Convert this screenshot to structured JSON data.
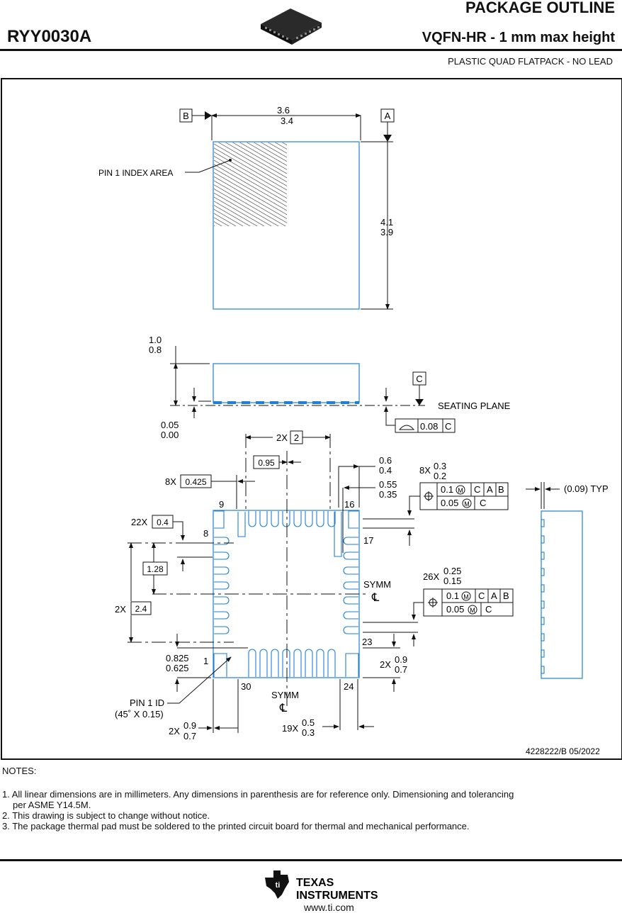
{
  "header": {
    "title": "PACKAGE OUTLINE",
    "code": "RYY0030A",
    "package": "VQFN-HR - 1 mm max height",
    "description": "PLASTIC QUAD FLATPACK - NO LEAD"
  },
  "top_view": {
    "datum_b": "B",
    "datum_a": "A",
    "width_max": "3.6",
    "width_min": "3.4",
    "height_max": "4.1",
    "height_min": "3.9",
    "pin1_index": "PIN 1 INDEX AREA"
  },
  "side_view": {
    "thickness_max": "1.0",
    "thickness_min": "0.8",
    "standoff_max": "0.05",
    "standoff_min": "0.00",
    "datum_c": "C",
    "seating_plane": "SEATING PLANE",
    "flatness_value": "0.08",
    "flatness_datum": "C"
  },
  "bottom_view": {
    "pitch_2x_prefix": "2X",
    "pitch_2x": "2",
    "dim_095": "0.95",
    "dim_06": "0.6",
    "dim_04": "0.4",
    "dim_055": "0.55",
    "dim_035": "0.35",
    "n8x": "8X",
    "dim_0425": "0.425",
    "n8x_b": "8X",
    "w03": "0.3",
    "w02": "0.2",
    "fcf1_tol": "0.1",
    "fcf1_c": "C",
    "fcf1_a": "A",
    "fcf1_b": "B",
    "fcf1_tol2": "0.05",
    "fcf1_c2": "C",
    "pin9": "9",
    "pin16": "16",
    "pin8": "8",
    "pin17": "17",
    "pin23": "23",
    "pin1": "1",
    "pin30": "30",
    "pin24": "24",
    "n22x": "22X",
    "dim_04b": "0.4",
    "dim_128": "1.28",
    "n2x": "2X",
    "dim_24": "2.4",
    "symm1": "SYMM",
    "symm2": "SYMM",
    "cl": "℄",
    "n26x": "26X",
    "w025": "0.25",
    "w015": "0.15",
    "fcf2_tol": "0.1",
    "fcf2_c": "C",
    "fcf2_a": "A",
    "fcf2_b": "B",
    "fcf2_tol2": "0.05",
    "fcf2_c2": "C",
    "dim_0825": "0.825",
    "dim_0625": "0.625",
    "n2x_b": "2X",
    "dim_09": "0.9",
    "dim_07": "0.7",
    "pin1_id": "PIN 1 ID",
    "pin1_chamfer": "(45˚ X 0.15)",
    "n2x_c": "2X",
    "dim_09b": "0.9",
    "dim_07b": "0.7",
    "n19x": "19X",
    "dim_05": "0.5",
    "dim_03": "0.3",
    "typ": "(0.09) TYP"
  },
  "doc_ref": "4228222/B   05/2022",
  "notes": {
    "heading": "NOTES:",
    "n1a": "1. All linear dimensions are in millimeters. Any dimensions in parenthesis are for reference only. Dimensioning and tolerancing",
    "n1b": "per ASME Y14.5M.",
    "n2": "2. This drawing is subject to change without notice.",
    "n3": "3. The package thermal pad must be soldered to the printed circuit board for thermal and mechanical performance."
  },
  "footer": {
    "brand_line1": "TEXAS",
    "brand_line2": "INSTRUMENTS",
    "url": "www.ti.com"
  },
  "colors": {
    "outline_blue": "#1e7fd6",
    "ink": "#111111"
  }
}
